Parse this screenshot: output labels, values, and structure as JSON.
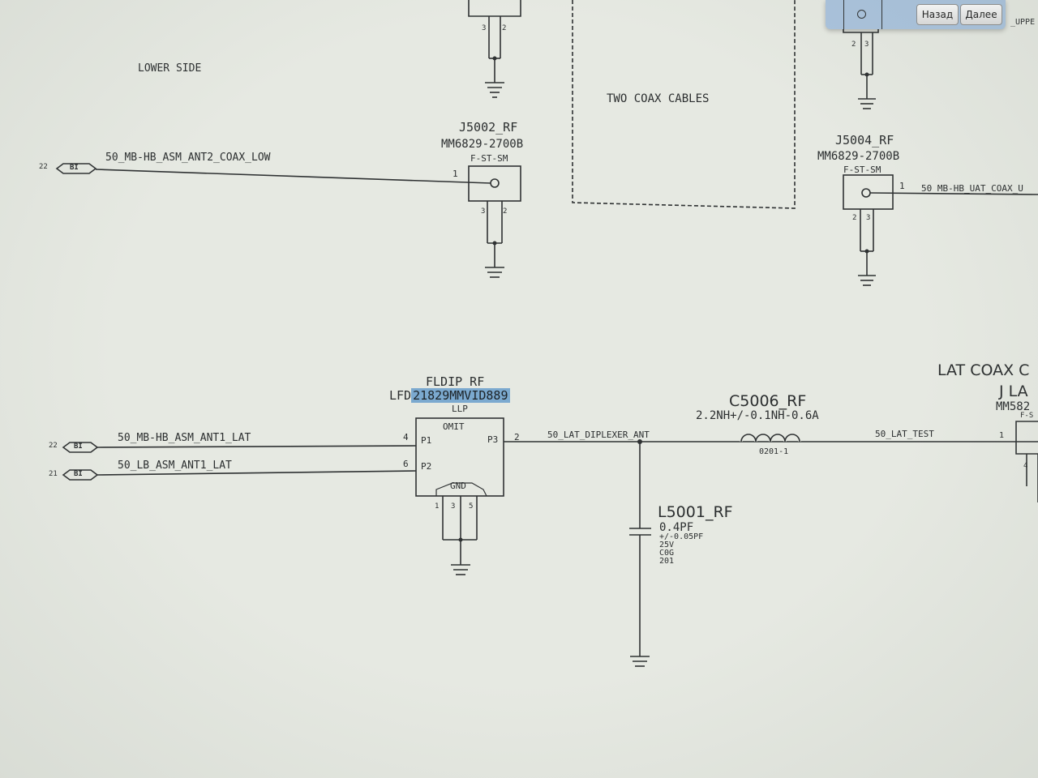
{
  "labels": {
    "lower_side": "LOWER SIDE",
    "two_coax": "TWO COAX CABLES",
    "lat_coax": "LAT COAX C",
    "j_la": "J LA",
    "mm582": "MM582",
    "fs_right": "F-S",
    "upper_right": "_UPPE"
  },
  "toolbar": {
    "back": "Назад",
    "next": "Далее"
  },
  "j5002": {
    "ref": "J5002_RF",
    "part": "MM6829-2700B",
    "foot": "F-ST-SM",
    "pin1": "1",
    "pin3": "3",
    "pin2": "2"
  },
  "j5004": {
    "ref": "J5004_RF",
    "part": "MM6829-2700B",
    "foot": "F-ST-SM",
    "pin1": "1",
    "pin2": "2",
    "pin3": "3"
  },
  "top_conn": {
    "pin3": "3",
    "pin2": "2"
  },
  "top_right_conn": {
    "pin2": "2",
    "pin3": "3"
  },
  "nets": {
    "ant2_coax_low": "50_MB-HB_ASM_ANT2_COAX_LOW",
    "uat_coax": "50_MB-HB_UAT_COAX_U",
    "ant1_lat": "50_MB-HB_ASM_ANT1_LAT",
    "lb_ant1_lat": "50_LB_ASM_ANT1_LAT",
    "lat_diplexer": "50_LAT_DIPLEXER_ANT",
    "lat_test": "50_LAT_TEST"
  },
  "offpage": [
    {
      "page": "22",
      "tag": "BI"
    },
    {
      "page": "22",
      "tag": "BI"
    },
    {
      "page": "21",
      "tag": "BI"
    }
  ],
  "fldip": {
    "ref": "FLDIP_RF",
    "part": "LFD21829MMVID889",
    "pkg": "LLP",
    "omit": "OMIT",
    "p1": "P1",
    "p2": "P2",
    "p3": "P3",
    "gnd": "GND",
    "pin4": "4",
    "pin6": "6",
    "pin2": "2",
    "bot1": "1",
    "bot3": "3",
    "bot5": "5"
  },
  "c5006": {
    "ref": "C5006_RF",
    "value": "2.2NH+/-0.1NH-0.6A",
    "pkg": "0201-1"
  },
  "l5001": {
    "ref": "L5001_RF",
    "value": "0.4PF",
    "tol": "+/-0.05PF",
    "volt": "25V",
    "diel": "C0G",
    "size": "201"
  },
  "j_lat": {
    "pin1": "1",
    "pin4": "4"
  }
}
